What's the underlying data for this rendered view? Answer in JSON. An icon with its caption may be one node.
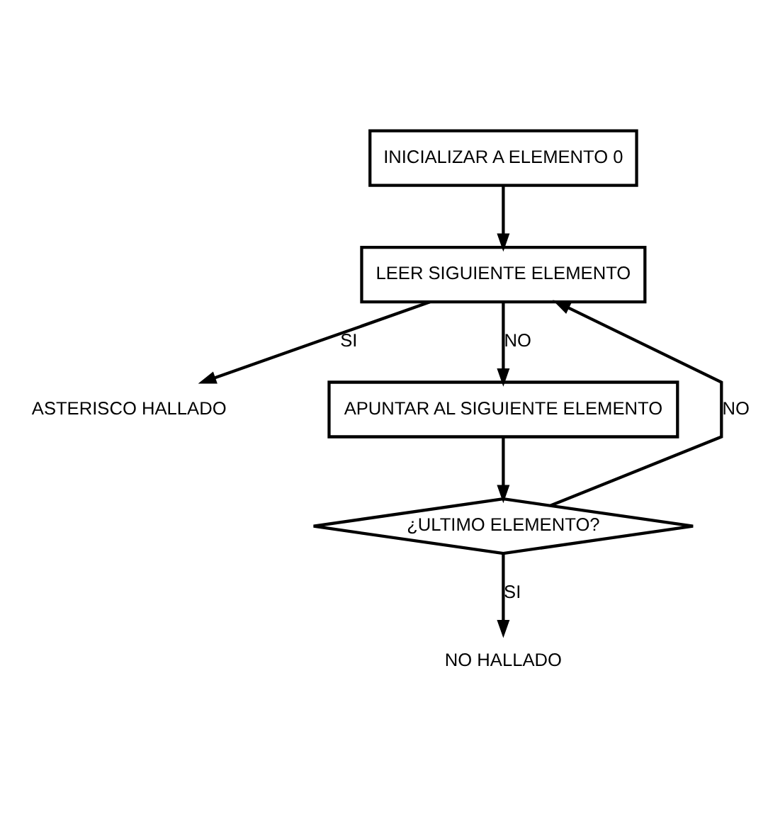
{
  "diagram": {
    "nodes": [
      {
        "text": [
          "INICIALIZAR A ELEMENTO 0"
        ]
      },
      {
        "text": [
          "LEER SIGUIENTE ELEMENTO"
        ]
      },
      {
        "text": [
          "ASTERISCO HALLADO"
        ]
      },
      {
        "text": [
          "APUNTAR AL SIGUIENTE ELEMENTO"
        ]
      },
      {
        "text": [
          "¿ULTIMO ELEMENTO?"
        ]
      },
      {
        "text": [
          "NO HALLADO"
        ]
      }
    ],
    "edges": [
      {
        "from": 0,
        "to": 1,
        "arrow": "to"
      },
      {
        "from": 1,
        "to": 2,
        "arrow": "to",
        "label": "SI"
      },
      {
        "from": 1,
        "to": 3,
        "arrow": "to",
        "label": "NO"
      },
      {
        "from": 3,
        "to": 4,
        "arrow": "to"
      },
      {
        "from": 4,
        "to": 1,
        "arrow": "to",
        "label": "NO"
      },
      {
        "from": 4,
        "to": 5,
        "arrow": "to",
        "label": "SI"
      }
    ]
  }
}
